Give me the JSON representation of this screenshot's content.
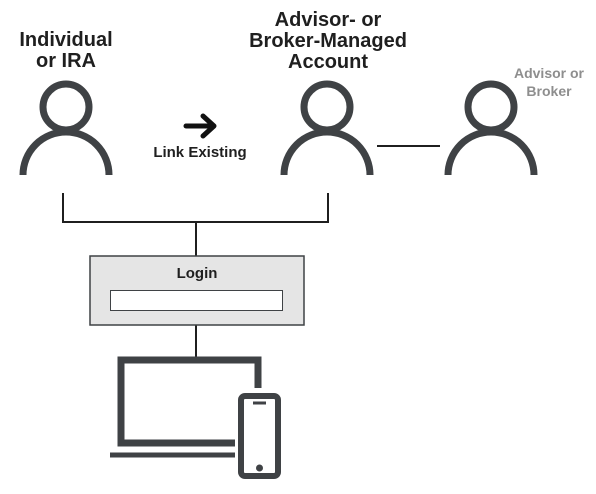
{
  "labels": {
    "individual_line1": "Individual",
    "individual_line2": "or IRA",
    "managed_line1": "Advisor- or",
    "managed_line2": "Broker-Managed",
    "managed_line3": "Account",
    "advisor_line1": "Advisor or",
    "advisor_line2": "Broker",
    "link_existing": "Link Existing",
    "login": "Login"
  },
  "login_field": {
    "value": ""
  },
  "colors": {
    "icon": "#3f4245",
    "text": "#1f1f1f",
    "muted_text": "#8e8e8e",
    "login_box_fill": "#e5e5e5"
  },
  "icons": [
    "person-icon",
    "arrow-right-icon",
    "laptop-icon",
    "smartphone-icon"
  ]
}
